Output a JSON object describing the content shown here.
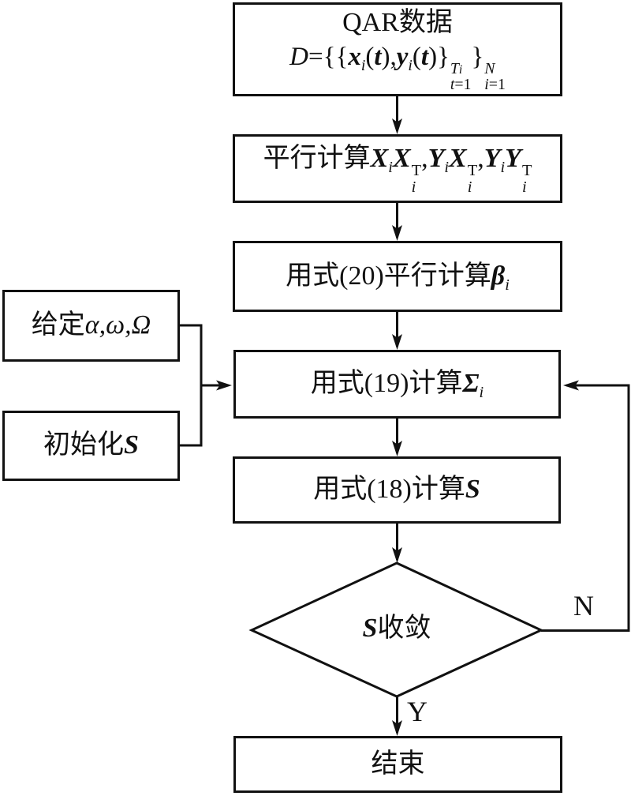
{
  "colors": {
    "ink": "#111111",
    "paper": "#ffffff"
  },
  "nodes": {
    "qar": {
      "title": "QAR数据",
      "formula": {
        "lhs": "D",
        "eq": "=",
        "open": "{{",
        "x": "x",
        "x_sub": "i",
        "lp1": "(",
        "t1": "t",
        "rp1": "),",
        "y": "y",
        "y_sub": "i",
        "lp2": "(",
        "t2": "t",
        "rp2": ")",
        "brace1": "}",
        "sup1": "T",
        "sup1_sub": "i",
        "sub1_var": "t",
        "sub1_rest": "=1",
        "brace2": "}",
        "sup2": "N",
        "sub2_var": "i",
        "sub2_rest": "=1"
      }
    },
    "parallel": {
      "prefix": "平行计算",
      "terms": [
        {
          "a": "X",
          "a_sub": "i",
          "b": "X",
          "b_sup": "T",
          "b_sub": "i",
          "sep": ","
        },
        {
          "a": "Y",
          "a_sub": "i",
          "b": "X",
          "b_sup": "T",
          "b_sub": "i",
          "sep": ","
        },
        {
          "a": "Y",
          "a_sub": "i",
          "b": "Y",
          "b_sup": "T",
          "b_sub": "i",
          "sep": ""
        }
      ]
    },
    "beta": {
      "prefix": "用式(20)平行计算",
      "sym": "β",
      "sub": "i"
    },
    "sigma": {
      "prefix": "用式(19)计算",
      "sym": "Σ",
      "sub": "i"
    },
    "s_update": {
      "prefix": "用式(18)计算",
      "sym": "S"
    },
    "given": {
      "prefix": "给定",
      "syms": "α,ω,Ω"
    },
    "init": {
      "prefix": "初始化",
      "sym": "S"
    },
    "decision": {
      "sym": "S",
      "text": "收敛"
    },
    "end": {
      "label": "结束"
    }
  },
  "edge_labels": {
    "no": "N",
    "yes": "Y"
  }
}
